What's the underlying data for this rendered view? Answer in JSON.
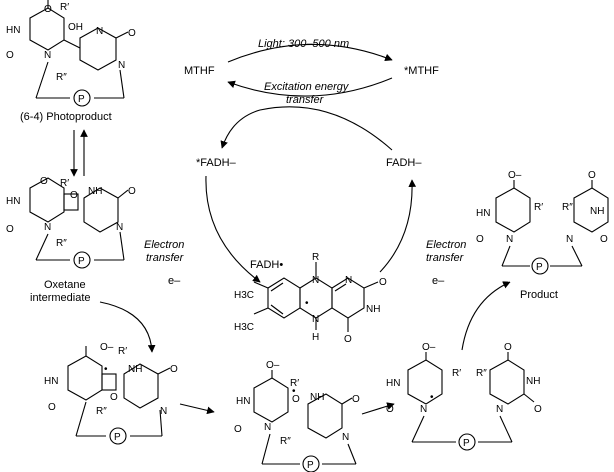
{
  "cycle": {
    "light_label": "Light: 300–500 nm",
    "excitation_label_line1": "Excitation energy",
    "excitation_label_line2": "transfer",
    "mthf": "MTHF",
    "mthf_excited": "*MTHF",
    "fadh_excited": "*FADH–",
    "fadh_reduced": "FADH–",
    "fadh_radical": "FADH•",
    "electron_transfer_line1": "Electron",
    "electron_transfer_line2": "transfer",
    "electron": "e–"
  },
  "labels": {
    "photoproduct": "(6-4) Photoproduct",
    "oxetane_line1": "Oxetane",
    "oxetane_line2": "intermediate",
    "product": "Product"
  },
  "atoms": {
    "O": "O",
    "O_minus": "O–",
    "OH": "OH",
    "HN": "HN",
    "NH": "NH",
    "N": "N",
    "H": "H",
    "R": "R",
    "R_prime": "R′",
    "R_double_prime": "R″",
    "P": "P",
    "CH3": "H3C",
    "radical_dot": "•"
  },
  "colors": {
    "ink": "#000000",
    "background": "#ffffff"
  }
}
